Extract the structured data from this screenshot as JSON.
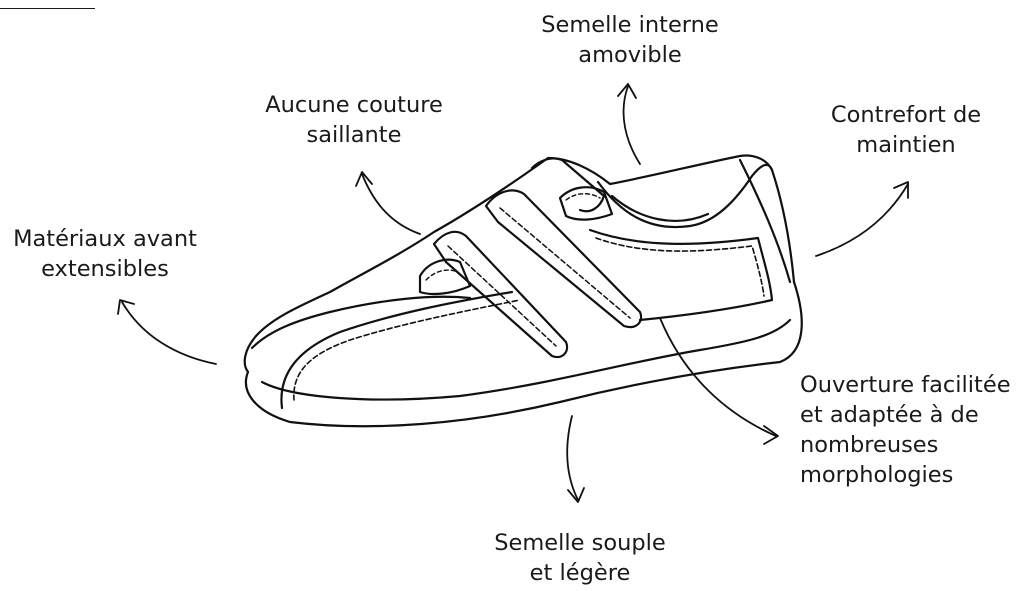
{
  "diagram": {
    "labels": {
      "semelle_interne": [
        "Semelle interne",
        "amovible"
      ],
      "aucune_couture": [
        "Aucune couture",
        "saillante"
      ],
      "contrefort": [
        "Contrefort de",
        "maintien"
      ],
      "materiaux": [
        "Matériaux avant",
        "extensibles"
      ],
      "ouverture": [
        "Ouverture facilitée",
        "et adaptée à de",
        "nombreuses",
        "morphologies"
      ],
      "semelle_souple": [
        "Semelle souple",
        "et légère"
      ]
    }
  }
}
